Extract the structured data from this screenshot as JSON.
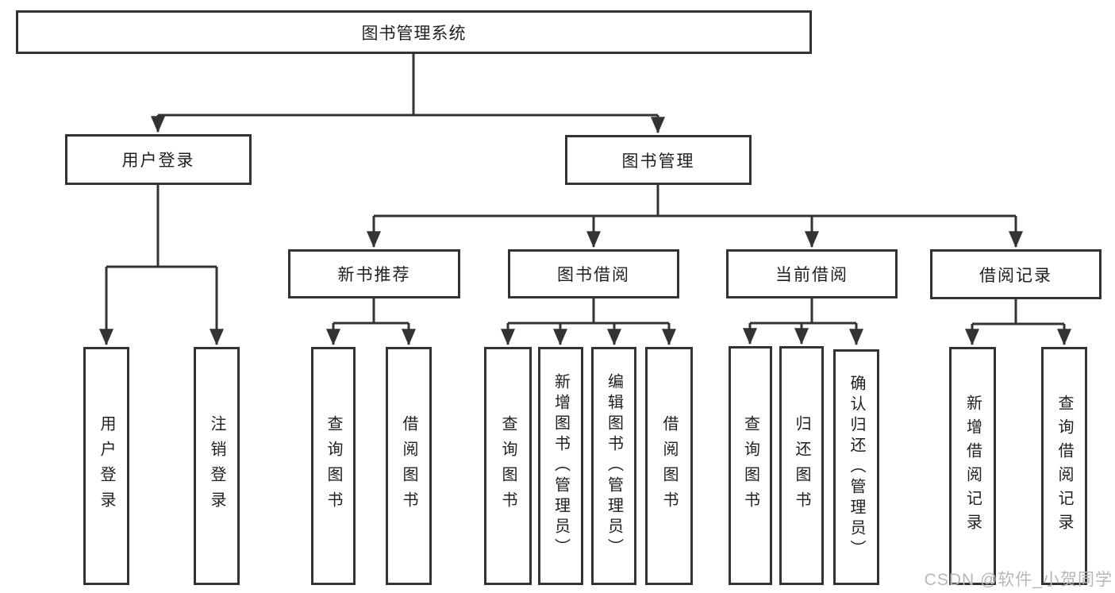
{
  "diagram": {
    "title_node": {
      "label": "图书管理系统"
    },
    "level2": [
      {
        "label": "用户登录"
      },
      {
        "label": "图书管理"
      }
    ],
    "level3": [
      {
        "label": "新书推荐"
      },
      {
        "label": "图书借阅"
      },
      {
        "label": "当前借阅"
      },
      {
        "label": "借阅记录"
      }
    ],
    "leaves": [
      {
        "label": "用户登录"
      },
      {
        "label": "注销登录"
      },
      {
        "label": "查询图书"
      },
      {
        "label": "借阅图书"
      },
      {
        "label": "查询图书"
      },
      {
        "label": "新增图书（管理员）"
      },
      {
        "label": "编辑图书（管理员）"
      },
      {
        "label": "借阅图书"
      },
      {
        "label": "查询图书"
      },
      {
        "label": "归还图书"
      },
      {
        "label": "确认归还（管理员）"
      },
      {
        "label": "新增借阅记录"
      },
      {
        "label": "查询借阅记录"
      }
    ],
    "line_color": "#333333",
    "box_background": "#ffffff",
    "text_color": "#1f1f1f"
  },
  "watermark": {
    "text": "CSDN @软件_小贺同学",
    "color": "#b6b7b9"
  }
}
